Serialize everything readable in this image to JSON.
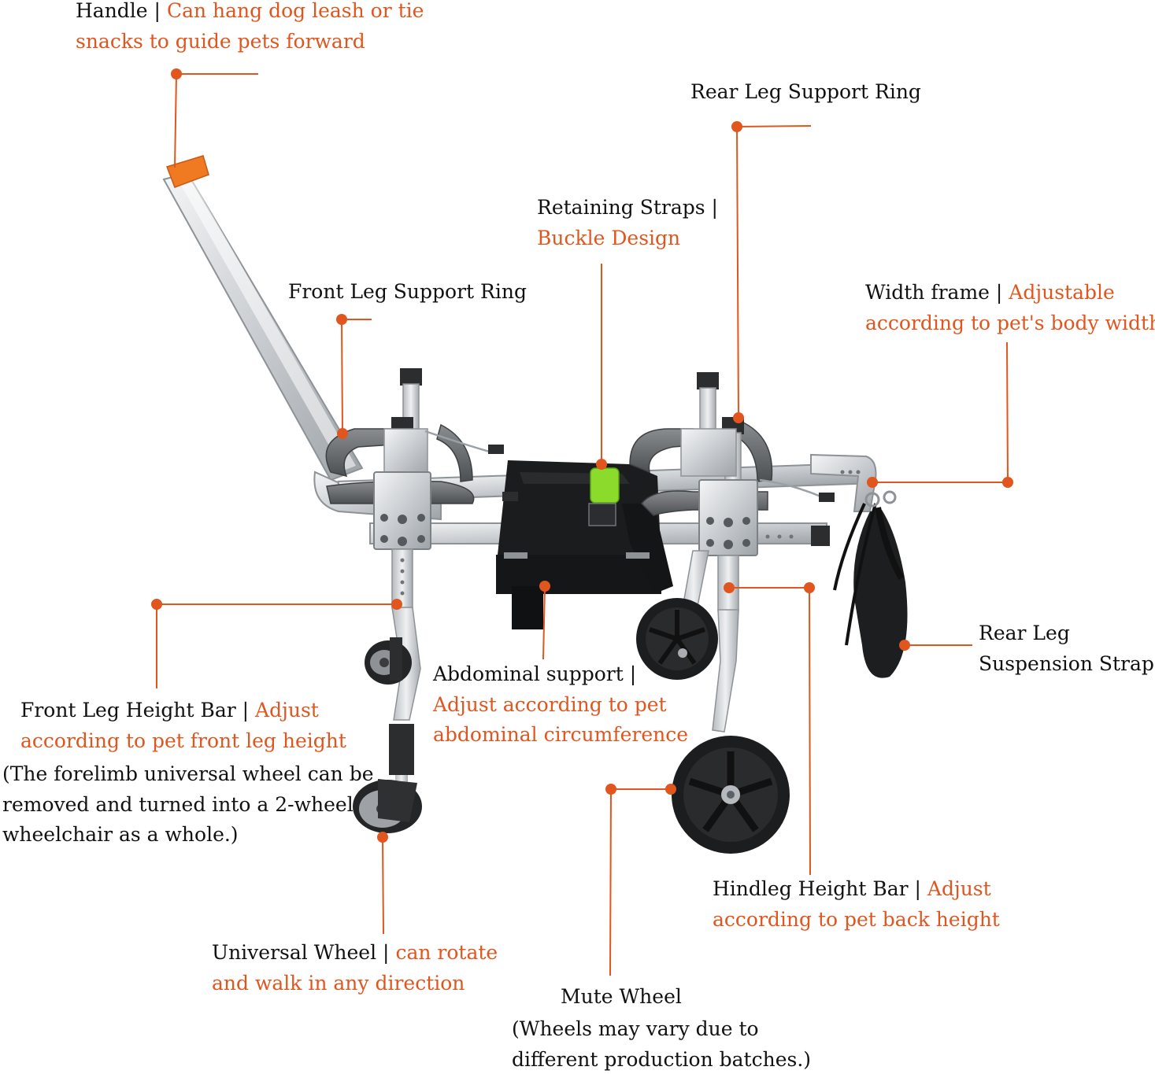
{
  "colors": {
    "accent": "#e0561e",
    "text": "#111111",
    "background": "#ffffff"
  },
  "callouts": {
    "handle": {
      "name": "Handle",
      "sep": " | ",
      "desc": "Can hang dog leash or tie",
      "desc2": "snacks to guide pets forward"
    },
    "rear_ring": {
      "name": "Rear Leg Support Ring"
    },
    "straps": {
      "name": "Retaining Straps |",
      "desc": "Buckle Design"
    },
    "front_ring": {
      "name": "Front Leg Support Ring"
    },
    "width": {
      "name": "Width frame",
      "sep": " | ",
      "desc": "Adjustable",
      "desc2": "according to pet's body width"
    },
    "rear_strap": {
      "line1": "Rear Leg",
      "line2": "Suspension Strap"
    },
    "abdominal": {
      "name": "Abdominal support |",
      "desc": "Adjust according to pet",
      "desc2": "abdominal circumference"
    },
    "front_height": {
      "name": "Front Leg Height Bar",
      "sep": " | ",
      "desc": "Adjust",
      "desc2": "according to pet front leg height",
      "note1": "(The forelimb universal wheel can be",
      "note2": "removed and turned into a 2-wheel",
      "note3": "wheelchair as a whole.)"
    },
    "hind_height": {
      "name": "Hindleg Height Bar",
      "sep": " | ",
      "desc": "Adjust",
      "desc2": "according to pet back height"
    },
    "universal": {
      "name": "Universal Wheel",
      "sep": " | ",
      "desc": "can rotate",
      "desc2": "and walk in any direction"
    },
    "mute": {
      "name": "Mute Wheel",
      "note1": "(Wheels may vary due to",
      "note2": "different production batches.)"
    }
  }
}
